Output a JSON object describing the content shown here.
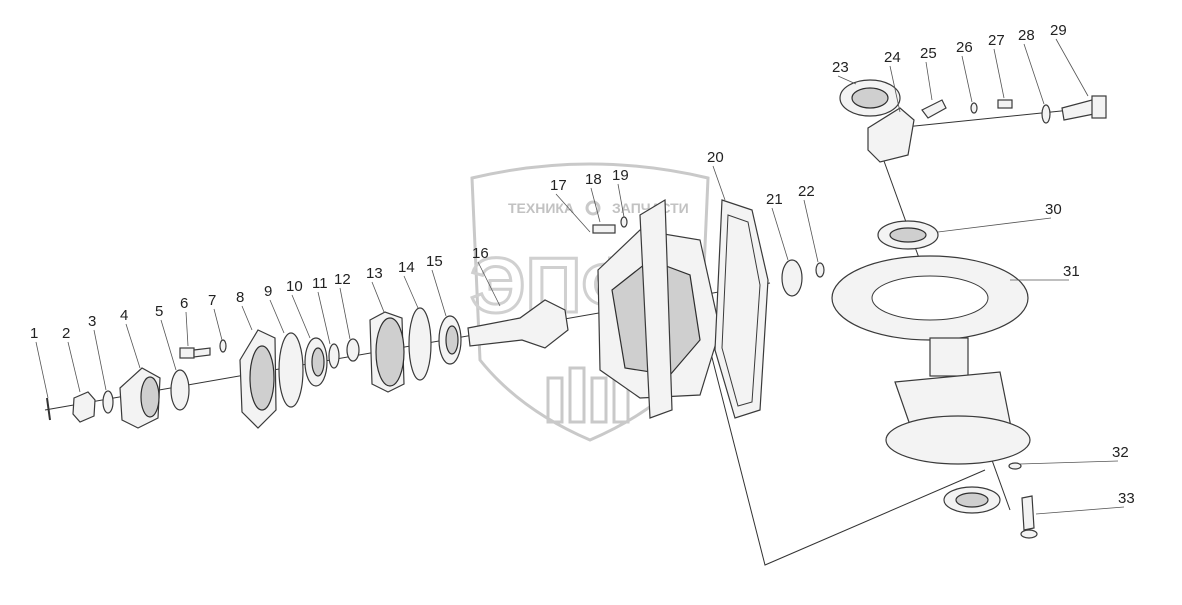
{
  "watermark": {
    "brand_text": "ТЕХНИКА",
    "brand_text_2": "ЗАПЧАСТИ",
    "logo_text": "ЭПФ"
  },
  "callouts": [
    {
      "id": "1",
      "label": "1"
    },
    {
      "id": "2",
      "label": "2"
    },
    {
      "id": "3",
      "label": "3"
    },
    {
      "id": "4",
      "label": "4"
    },
    {
      "id": "5",
      "label": "5"
    },
    {
      "id": "6",
      "label": "6"
    },
    {
      "id": "7",
      "label": "7"
    },
    {
      "id": "8",
      "label": "8"
    },
    {
      "id": "9",
      "label": "9"
    },
    {
      "id": "10",
      "label": "10"
    },
    {
      "id": "11",
      "label": "11"
    },
    {
      "id": "12",
      "label": "12"
    },
    {
      "id": "13",
      "label": "13"
    },
    {
      "id": "14",
      "label": "14"
    },
    {
      "id": "15",
      "label": "15"
    },
    {
      "id": "16",
      "label": "16"
    },
    {
      "id": "17",
      "label": "17"
    },
    {
      "id": "18",
      "label": "18"
    },
    {
      "id": "19",
      "label": "19"
    },
    {
      "id": "20",
      "label": "20"
    },
    {
      "id": "21",
      "label": "21"
    },
    {
      "id": "22",
      "label": "22"
    },
    {
      "id": "23",
      "label": "23"
    },
    {
      "id": "24",
      "label": "24"
    },
    {
      "id": "25",
      "label": "25"
    },
    {
      "id": "26",
      "label": "26"
    },
    {
      "id": "27",
      "label": "27"
    },
    {
      "id": "28",
      "label": "28"
    },
    {
      "id": "29",
      "label": "29"
    },
    {
      "id": "30",
      "label": "30"
    },
    {
      "id": "31",
      "label": "31"
    },
    {
      "id": "32",
      "label": "32"
    },
    {
      "id": "33",
      "label": "33"
    }
  ]
}
